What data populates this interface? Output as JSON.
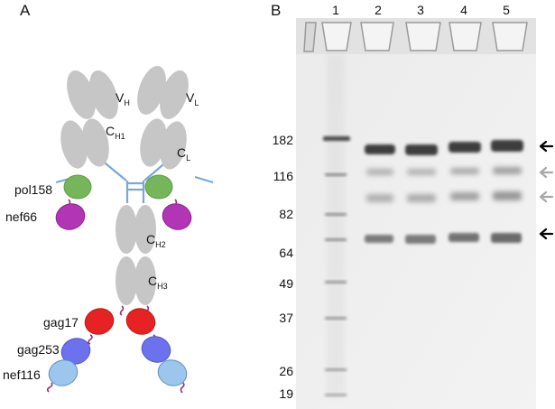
{
  "panel_a": {
    "label": "A",
    "domains": {
      "vh": "V",
      "vh_sub": "H",
      "vl": "V",
      "vl_sub": "L",
      "ch1": "C",
      "ch1_sub": "H1",
      "cl": "C",
      "cl_sub": "L",
      "ch2": "C",
      "ch2_sub": "H2",
      "ch3": "C",
      "ch3_sub": "H3"
    },
    "fusion_labels": [
      "pol158",
      "nef66",
      "gag17",
      "gag253",
      "nef116"
    ],
    "colors": {
      "antibody": "#c6c6c6",
      "hinge": "#7aa7d6",
      "pol158": "#76b65a",
      "nef66": "#b235b5",
      "gag17": "#e62222",
      "gag253": "#6c72ee",
      "nef116": "#9cc6ec",
      "linker": "#9b2b7c"
    }
  },
  "panel_b": {
    "label": "B",
    "lanes": [
      "1",
      "2",
      "3",
      "4",
      "5"
    ],
    "markers": [
      "182",
      "116",
      "82",
      "64",
      "49",
      "37",
      "26",
      "19"
    ],
    "arrows": [
      {
        "color": "black"
      },
      {
        "color": "gray"
      },
      {
        "color": "gray"
      },
      {
        "color": "black"
      }
    ]
  }
}
